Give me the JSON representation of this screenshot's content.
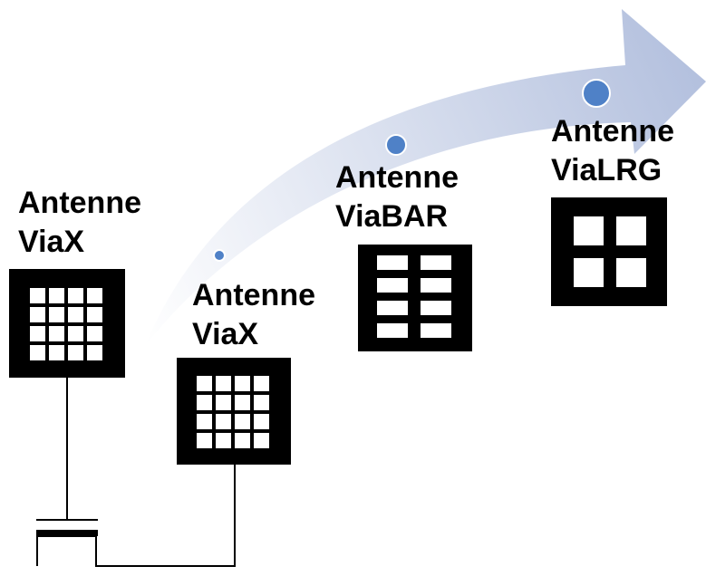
{
  "colors": {
    "arrow_start": "#ffffff",
    "arrow_end": "#b3c0de",
    "dot_fill": "#4f81c7",
    "dot_stroke": "#ffffff",
    "antenna": "#000000",
    "lines": "#000000"
  },
  "antennas": [
    {
      "id": "antenna-1",
      "line1": "Antenne",
      "line2": "ViaX",
      "pattern": "4x4"
    },
    {
      "id": "antenna-2",
      "line1": "Antenne",
      "line2": "ViaX",
      "pattern": "4x4"
    },
    {
      "id": "antenna-3",
      "line1": "Antenne",
      "line2": "ViaBAR",
      "pattern": "2x4"
    },
    {
      "id": "antenna-4",
      "line1": "Antenne",
      "line2": "ViaLRG",
      "pattern": "2x2"
    }
  ],
  "icons": {
    "progress_arrow": "curved-arrow-icon",
    "dot": "circle-dot-icon",
    "switch": "switch-icon"
  }
}
